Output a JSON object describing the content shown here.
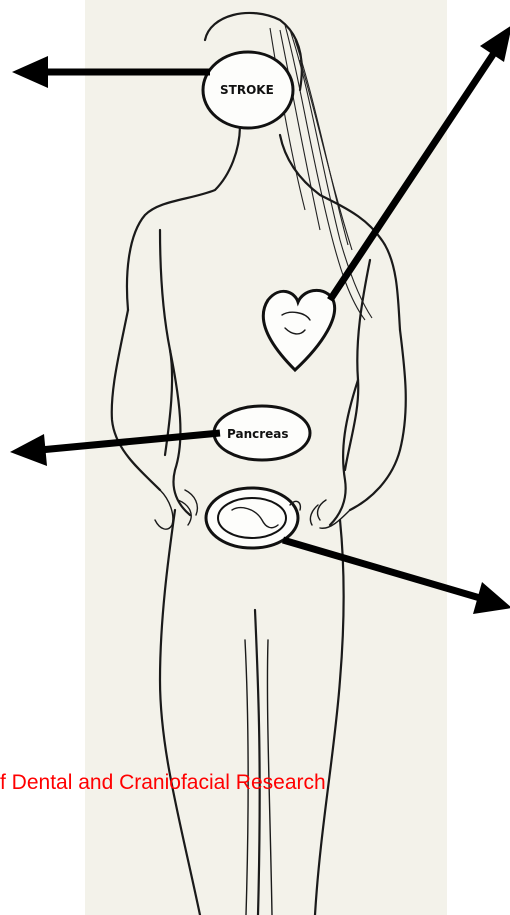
{
  "labels": {
    "brain": "STROKE",
    "pancreas": "Pancreas"
  },
  "caption": "f Dental and Craniofacial Research",
  "colors": {
    "caption": "#ff0000",
    "arrows": "#000000",
    "paper": "#f3f2ea"
  }
}
